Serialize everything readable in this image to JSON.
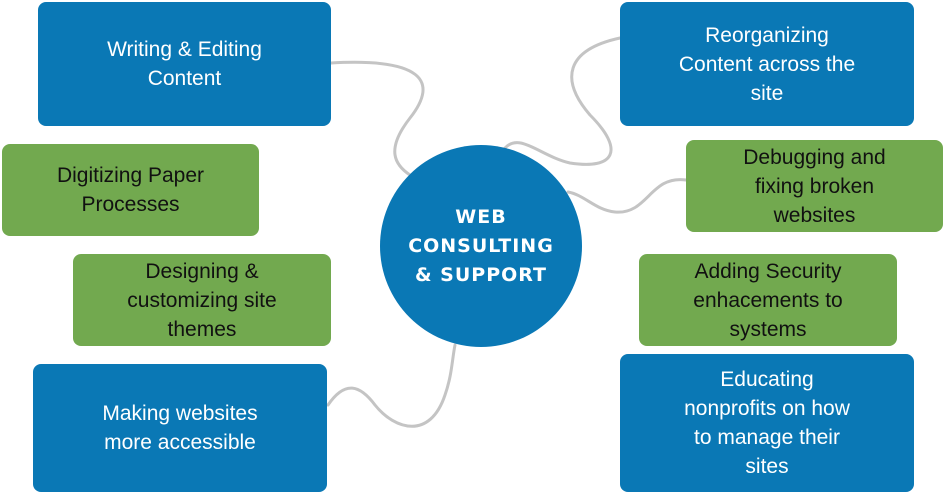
{
  "colors": {
    "blue": "#0a78b5",
    "green": "#72a94f",
    "connector": "#c4c4c4"
  },
  "center": {
    "label": "WEB\nCONSULTING\n& SUPPORT"
  },
  "nodes": {
    "writing_editing": "Writing & Editing\nContent",
    "digitizing_paper": "Digitizing Paper\nProcesses",
    "designing_themes": "Designing &\ncustomizing site\nthemes",
    "making_accessible": "Making websites\nmore accessible",
    "reorganizing_content": "Reorganizing\nContent across the\nsite",
    "debugging_fixing": "Debugging and\nfixing broken\nwebsites",
    "adding_security": "Adding Security\nenhacements to\nsystems",
    "educating_nonprofits": "Educating\nnonprofits on how\nto manage their\nsites"
  }
}
